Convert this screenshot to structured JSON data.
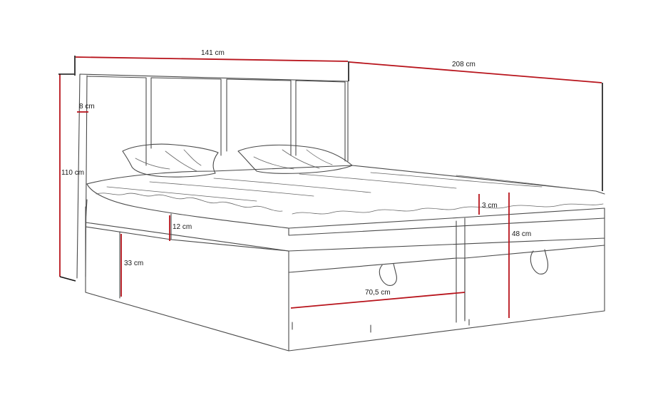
{
  "colors": {
    "dimension_red": "#b8141c",
    "dimension_black": "#111111",
    "outline": "#4a4a4a",
    "background": "#ffffff"
  },
  "dimensions": {
    "width": "141 cm",
    "length": "208 cm",
    "headboard_height": "110 cm",
    "headboard_panel": "8 cm",
    "topper": "3 cm",
    "bed_height": "48 cm",
    "frame_band": "12 cm",
    "drawer_height": "33 cm",
    "drawer_width": "70,5 cm"
  }
}
